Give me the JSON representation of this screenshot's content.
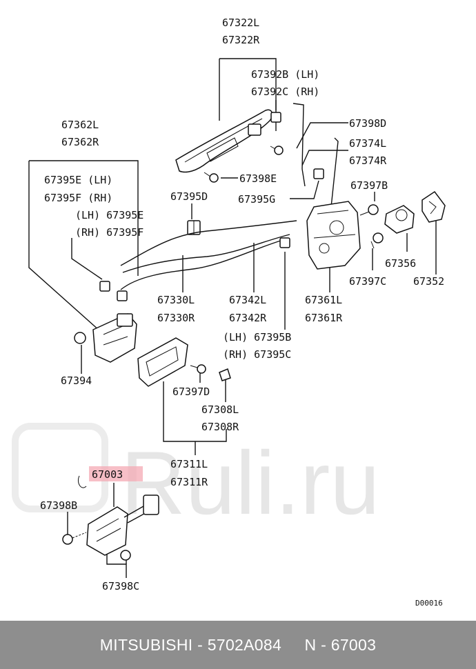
{
  "labels": {
    "p67322L": "67322L",
    "p67322R": "67322R",
    "p67392B": "67392B (LH)",
    "p67392C": "67392C (RH)",
    "p67398D": "67398D",
    "p67374L": "67374L",
    "p67374R": "67374R",
    "p67362L": "67362L",
    "p67362R": "67362R",
    "p67395E_lh": "67395E (LH)",
    "p67395F_rh": "67395F (RH)",
    "p67395E_lh2": "(LH) 67395E",
    "p67395F_rh2": "(RH) 67395F",
    "p67398E": "67398E",
    "p67395D": "67395D",
    "p67395G": "67395G",
    "p67397B": "67397B",
    "p67356": "67356",
    "p67352": "67352",
    "p67397C": "67397C",
    "p67330L": "67330L",
    "p67330R": "67330R",
    "p67342L": "67342L",
    "p67342R": "67342R",
    "p67361L": "67361L",
    "p67361R": "67361R",
    "p67395B": "(LH) 67395B",
    "p67395C": "(RH) 67395C",
    "p67394": "67394",
    "p67397D": "67397D",
    "p67308L": "67308L",
    "p67308R": "67308R",
    "p67311L": "67311L",
    "p67311R": "67311R",
    "p67003": "67003",
    "p67398B": "67398B",
    "p67398C": "67398C",
    "diagram_code": "D00016"
  },
  "watermark": "Ruli.ru",
  "footer": {
    "text": "MITSUBISHI - 5702A084     N - 67003"
  },
  "colors": {
    "highlight": "#f4aab4",
    "footer_bg": "#8e8e8e",
    "footer_text": "#ffffff"
  }
}
